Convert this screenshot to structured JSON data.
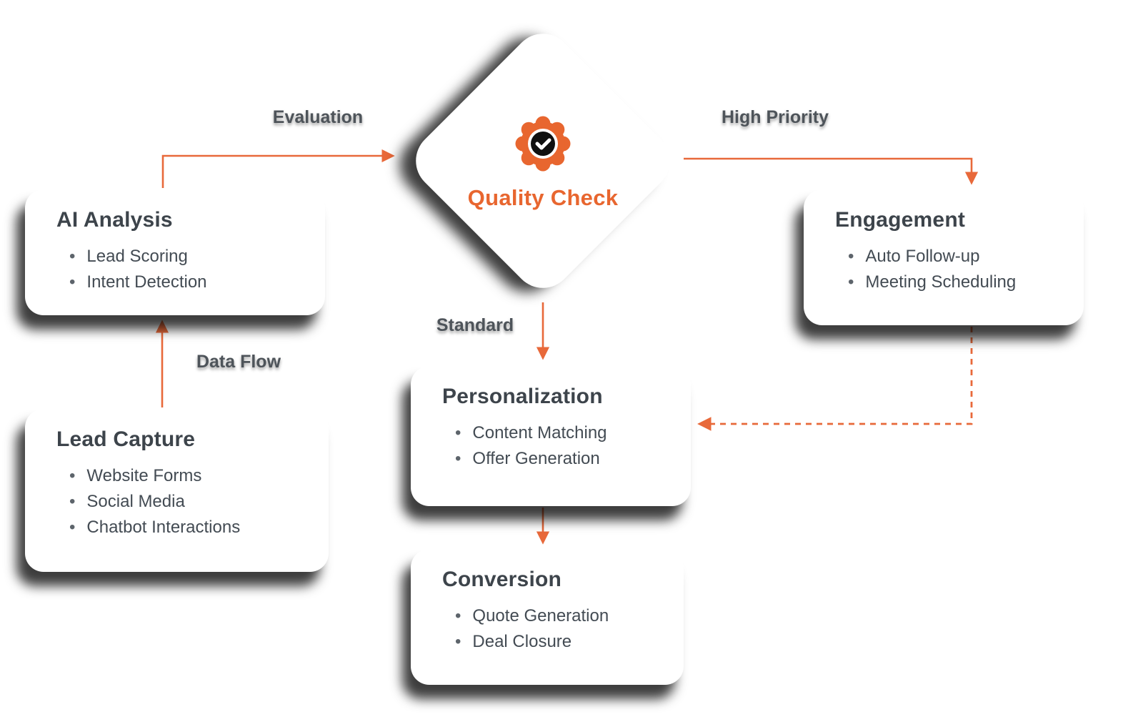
{
  "colors": {
    "accent": "#E8662F",
    "arrow": "#E8693A",
    "title_text": "#3D444B",
    "body_text": "#434B53",
    "edge_label_text": "#4E545A"
  },
  "center_node": {
    "title": "Quality Check",
    "icon": "badge-check-icon"
  },
  "boxes": {
    "ai_analysis": {
      "title": "AI Analysis",
      "items": [
        "Lead Scoring",
        "Intent Detection"
      ]
    },
    "lead_capture": {
      "title": "Lead Capture",
      "items": [
        "Website Forms",
        "Social Media",
        "Chatbot Interactions"
      ]
    },
    "engagement": {
      "title": "Engagement",
      "items": [
        "Auto Follow-up",
        "Meeting Scheduling"
      ]
    },
    "personalization": {
      "title": "Personalization",
      "items": [
        "Content Matching",
        "Offer Generation"
      ]
    },
    "conversion": {
      "title": "Conversion",
      "items": [
        "Quote Generation",
        "Deal Closure"
      ]
    }
  },
  "edges": [
    {
      "label": "Evaluation",
      "from": "ai_analysis",
      "to": "quality_check",
      "style": "solid"
    },
    {
      "label": "High Priority",
      "from": "quality_check",
      "to": "engagement",
      "style": "solid"
    },
    {
      "label": "Standard",
      "from": "quality_check",
      "to": "personalization",
      "style": "solid"
    },
    {
      "label": "Data Flow",
      "from": "lead_capture",
      "to": "ai_analysis",
      "style": "solid"
    },
    {
      "label": "",
      "from": "personalization",
      "to": "conversion",
      "style": "solid"
    },
    {
      "label": "",
      "from": "engagement",
      "to": "personalization",
      "style": "dashed"
    }
  ]
}
